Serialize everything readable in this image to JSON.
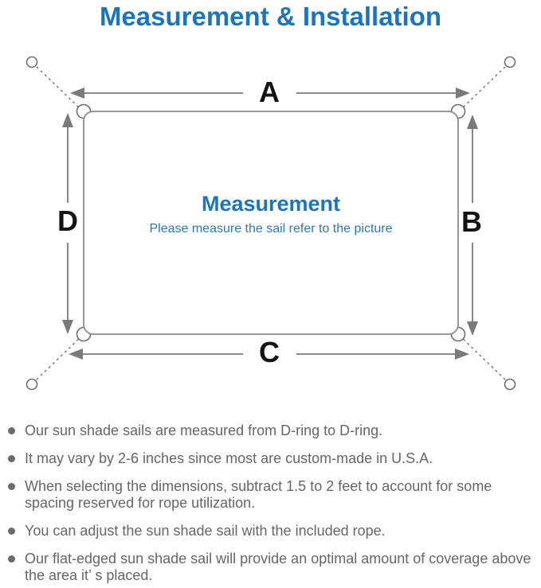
{
  "title": "Measurement & Installation",
  "diagram": {
    "labels": {
      "top": "A",
      "right": "B",
      "bottom": "C",
      "left": "D"
    },
    "center_title": "Measurement",
    "center_subtitle": "Please measure the sail refer to the picture",
    "colors": {
      "accent_blue": "#1b74bc",
      "subtitle_blue": "#2e77b5",
      "line_gray": "#7a7a7a",
      "rect_gray": "#8c8c8c",
      "label_black": "#141414"
    }
  },
  "notes": {
    "items": [
      {
        "text": "Our sun shade sails are measured from D-ring to D-ring."
      },
      {
        "text": "It may vary by 2-6 inches since most are custom-made in U.S.A."
      },
      {
        "text": "When selecting the dimensions, subtract 1.5 to 2 feet to account for some spacing reserved for rope utilization."
      },
      {
        "text": "You can adjust the sun shade sail with the included rope."
      },
      {
        "text": "Our flat-edged sun shade sail will provide an optimal amount of coverage above the area it’ s placed."
      }
    ]
  }
}
